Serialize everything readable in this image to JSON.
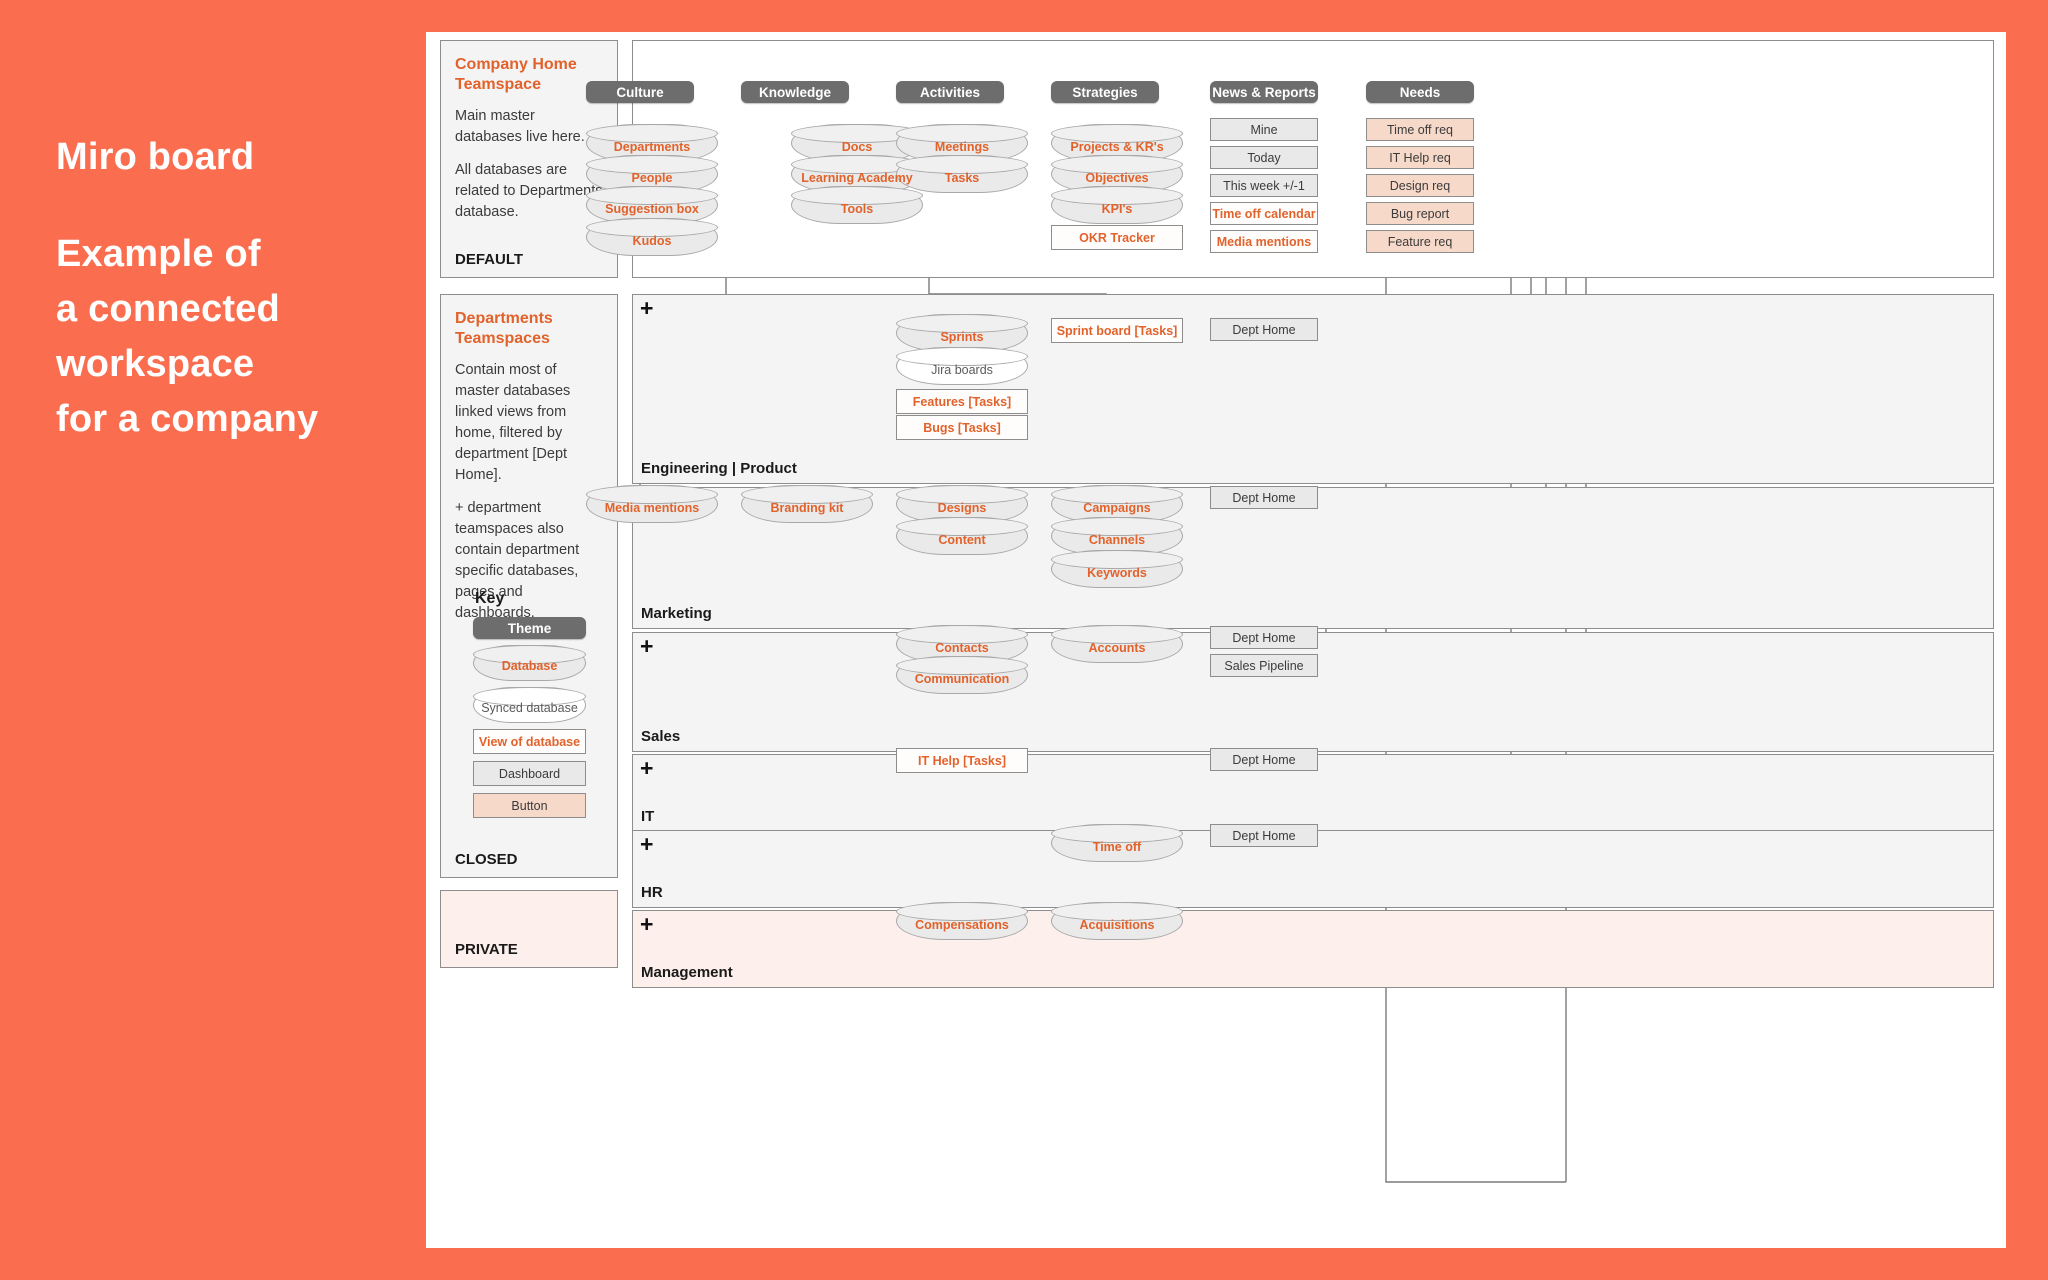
{
  "headline": {
    "line1": "Miro board",
    "line2": "Example of",
    "line3": "a connected",
    "line4": "workspace",
    "line5": "for a company"
  },
  "colors": {
    "background": "#fa6e4f",
    "canvas": "#ffffff",
    "accent": "#e2622b",
    "theme_pill": "#6d6d6d",
    "panel": "#f4f4f4",
    "panel_private": "#fdf0ec",
    "button": "#f7d9c9",
    "wire": "#7a7a7a"
  },
  "notes": [
    {
      "title": "Company Home Teamspace",
      "p1": "Main master databases live here.",
      "p2": "All databases are related to Departments database.",
      "footer": "DEFAULT"
    },
    {
      "title": "Departments Teamspaces",
      "p1": "Contain most of master databases linked views from home, filtered by department [Dept Home].",
      "p2": "+ department teamspaces also contain department specific databases, pages and dashboards.",
      "footer": "CLOSED"
    },
    {
      "title": "",
      "footer": "PRIVATE"
    }
  ],
  "key": {
    "title": "Key",
    "items": [
      {
        "label": "Theme",
        "type": "theme"
      },
      {
        "label": "Database",
        "type": "database"
      },
      {
        "label": "Synced database",
        "type": "synced-database"
      },
      {
        "label": "View of database",
        "type": "view-of-database"
      },
      {
        "label": "Dashboard",
        "type": "dashboard"
      },
      {
        "label": "Button",
        "type": "button"
      }
    ]
  },
  "home": {
    "themes": [
      {
        "name": "Culture",
        "items": [
          {
            "label": "Departments",
            "type": "database"
          },
          {
            "label": "People",
            "type": "database"
          },
          {
            "label": "Suggestion box",
            "type": "database"
          },
          {
            "label": "Kudos",
            "type": "database"
          }
        ]
      },
      {
        "name": "Knowledge",
        "items": [
          {
            "label": "Docs",
            "type": "database"
          },
          {
            "label": "Learning Academy",
            "type": "database"
          },
          {
            "label": "Tools",
            "type": "database"
          }
        ]
      },
      {
        "name": "Activities",
        "items": [
          {
            "label": "Meetings",
            "type": "database"
          },
          {
            "label": "Tasks",
            "type": "database"
          }
        ]
      },
      {
        "name": "Strategies",
        "items": [
          {
            "label": "Projects & KR's",
            "type": "database"
          },
          {
            "label": "Objectives",
            "type": "database"
          },
          {
            "label": "KPI's",
            "type": "database"
          },
          {
            "label": "OKR Tracker",
            "type": "view-of-database"
          }
        ]
      },
      {
        "name": "News & Reports",
        "items": [
          {
            "label": "Mine",
            "type": "dashboard"
          },
          {
            "label": "Today",
            "type": "dashboard"
          },
          {
            "label": "This week +/-1",
            "type": "dashboard"
          },
          {
            "label": "Time off calendar",
            "type": "view-of-database"
          },
          {
            "label": "Media mentions",
            "type": "view-of-database"
          }
        ]
      },
      {
        "name": "Needs",
        "items": [
          {
            "label": "Time off req",
            "type": "button"
          },
          {
            "label": "IT Help req",
            "type": "button"
          },
          {
            "label": "Design req",
            "type": "button"
          },
          {
            "label": "Bug report",
            "type": "button"
          },
          {
            "label": "Feature req",
            "type": "button"
          }
        ]
      }
    ]
  },
  "departments": [
    {
      "name": "Engineering | Product",
      "plus": "+",
      "private": false,
      "items": [
        {
          "label": "Sprints",
          "type": "database"
        },
        {
          "label": "Jira boards",
          "type": "synced-database"
        },
        {
          "label": "Features [Tasks]",
          "type": "view-of-database"
        },
        {
          "label": "Bugs [Tasks]",
          "type": "view-of-database"
        },
        {
          "label": "Sprint board [Tasks]",
          "type": "view-of-database"
        },
        {
          "label": "Dept Home",
          "type": "dashboard"
        }
      ]
    },
    {
      "name": "Marketing",
      "plus": "+",
      "private": false,
      "items": [
        {
          "label": "Media mentions",
          "type": "database"
        },
        {
          "label": "Branding kit",
          "type": "database"
        },
        {
          "label": "Designs",
          "type": "database"
        },
        {
          "label": "Content",
          "type": "database"
        },
        {
          "label": "Campaigns",
          "type": "database"
        },
        {
          "label": "Channels",
          "type": "database"
        },
        {
          "label": "Keywords",
          "type": "database"
        },
        {
          "label": "Dept Home",
          "type": "dashboard"
        }
      ]
    },
    {
      "name": "Sales",
      "plus": "+",
      "private": false,
      "items": [
        {
          "label": "Contacts",
          "type": "database"
        },
        {
          "label": "Communication",
          "type": "database"
        },
        {
          "label": "Accounts",
          "type": "database"
        },
        {
          "label": "Dept Home",
          "type": "dashboard"
        },
        {
          "label": "Sales Pipeline",
          "type": "dashboard"
        }
      ]
    },
    {
      "name": "IT",
      "plus": "+",
      "private": false,
      "items": [
        {
          "label": "IT Help [Tasks]",
          "type": "view-of-database"
        },
        {
          "label": "Dept Home",
          "type": "dashboard"
        }
      ]
    },
    {
      "name": "HR",
      "plus": "+",
      "private": false,
      "items": [
        {
          "label": "Time off",
          "type": "database"
        },
        {
          "label": "Dept Home",
          "type": "dashboard"
        }
      ]
    },
    {
      "name": "Management",
      "plus": "+",
      "private": true,
      "items": [
        {
          "label": "Compensations",
          "type": "database"
        },
        {
          "label": "Acquisitions",
          "type": "database"
        }
      ]
    }
  ]
}
